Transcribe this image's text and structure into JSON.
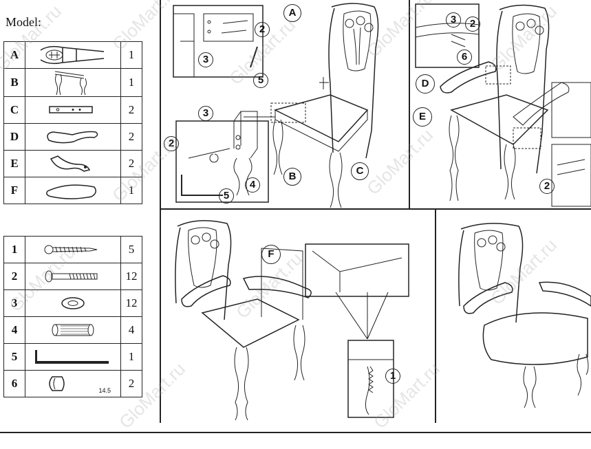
{
  "model_label": "Model:",
  "parts": [
    {
      "letter": "A",
      "name": "back-frame",
      "qty": "1"
    },
    {
      "letter": "B",
      "name": "front-legs",
      "qty": "1"
    },
    {
      "letter": "C",
      "name": "side-rail",
      "qty": "2"
    },
    {
      "letter": "D",
      "name": "armrest",
      "qty": "2"
    },
    {
      "letter": "E",
      "name": "arm-support",
      "qty": "2"
    },
    {
      "letter": "F",
      "name": "seat-cushion",
      "qty": "1"
    }
  ],
  "hardware": [
    {
      "number": "1",
      "name": "wood-screw",
      "qty": "5"
    },
    {
      "number": "2",
      "name": "bolt",
      "qty": "12"
    },
    {
      "number": "3",
      "name": "lock-washer",
      "qty": "12"
    },
    {
      "number": "4",
      "name": "dowel",
      "qty": "4"
    },
    {
      "number": "5",
      "name": "allen-key",
      "qty": "1"
    },
    {
      "number": "6",
      "name": "cap",
      "qty": "2"
    }
  ],
  "cap_size": "14.5",
  "watermark": "GloMart.ru",
  "callouts": {
    "p1_A": "A",
    "p1_B": "B",
    "p1_C": "C",
    "p1_2a": "2",
    "p1_3a": "3",
    "p1_5a": "5",
    "p1_3b": "3",
    "p1_2b": "2",
    "p1_4b": "4",
    "p1_5b": "5",
    "p2_3": "3",
    "p2_2a": "2",
    "p2_6": "6",
    "p2_D": "D",
    "p2_E": "E",
    "p2_2b": "2",
    "p3_F": "F",
    "p3_1": "1"
  }
}
